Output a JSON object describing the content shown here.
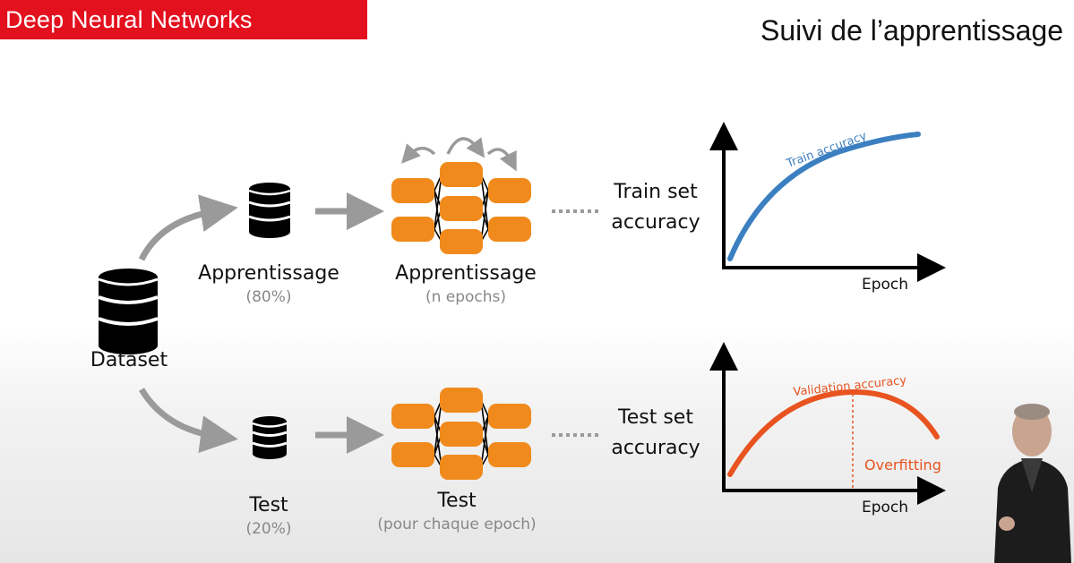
{
  "header": {
    "banner": "Deep Neural Networks",
    "title": "Suivi de l’apprentissage"
  },
  "dataset": {
    "label": "Dataset",
    "icon": "database-icon"
  },
  "train_branch": {
    "split_label": "Apprentissage",
    "split_percent": "(80%)",
    "network_label": "Apprentissage",
    "network_sub": "(n epochs)",
    "accuracy_line1": "Train set",
    "accuracy_line2": "accuracy"
  },
  "test_branch": {
    "split_label": "Test",
    "split_percent": "(20%)",
    "network_label": "Test",
    "network_sub": "(pour chaque epoch)",
    "accuracy_line1": "Test set",
    "accuracy_line2": "accuracy"
  },
  "charts": {
    "top": {
      "curve_label": "Train accuracy",
      "xlabel": "Epoch",
      "curve_color": "#3b7fc0"
    },
    "bottom": {
      "curve_label": "Validation accuracy",
      "xlabel": "Epoch",
      "annotation": "Overfitting",
      "curve_color": "#e8531f"
    }
  },
  "colors": {
    "banner": "#e3101e",
    "node": "#f08a1c",
    "arrow": "#9a9a9a"
  }
}
